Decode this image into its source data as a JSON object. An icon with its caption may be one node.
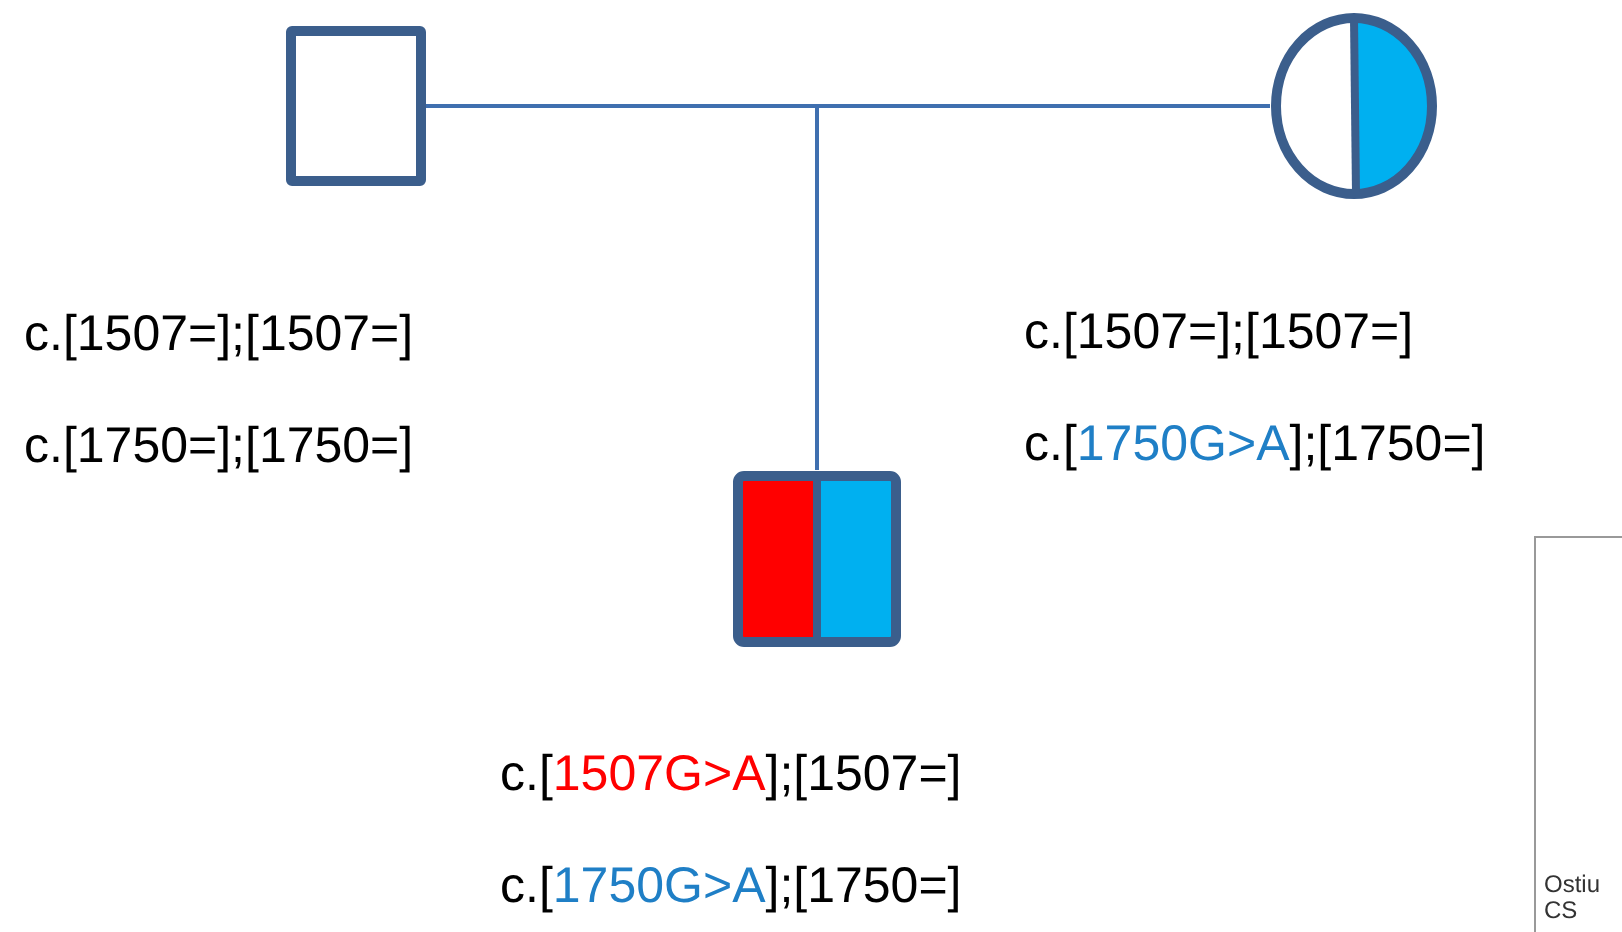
{
  "diagram": {
    "nodes": [
      {
        "text": [],
        "shape": "box",
        "beside": [
          "c.[1507=];[1507=]",
          "c.[1750=];[1750=]"
        ]
      },
      {
        "text": [],
        "shape": "circle",
        "beside": [
          "c.[1507=];[1507=]",
          "c.[1750G>A];[1750=]"
        ]
      },
      {
        "text": [],
        "shape": "box",
        "beside": [
          "c.[1507G>A];[1507=]",
          "c.[1750G>A];[1750=]"
        ]
      },
      {
        "text": [
          "Ostiu CS"
        ]
      }
    ],
    "edges": [
      {
        "from": 0,
        "to": 2,
        "arrow": "none"
      },
      {
        "from": 1,
        "to": 2,
        "arrow": "none"
      }
    ]
  }
}
